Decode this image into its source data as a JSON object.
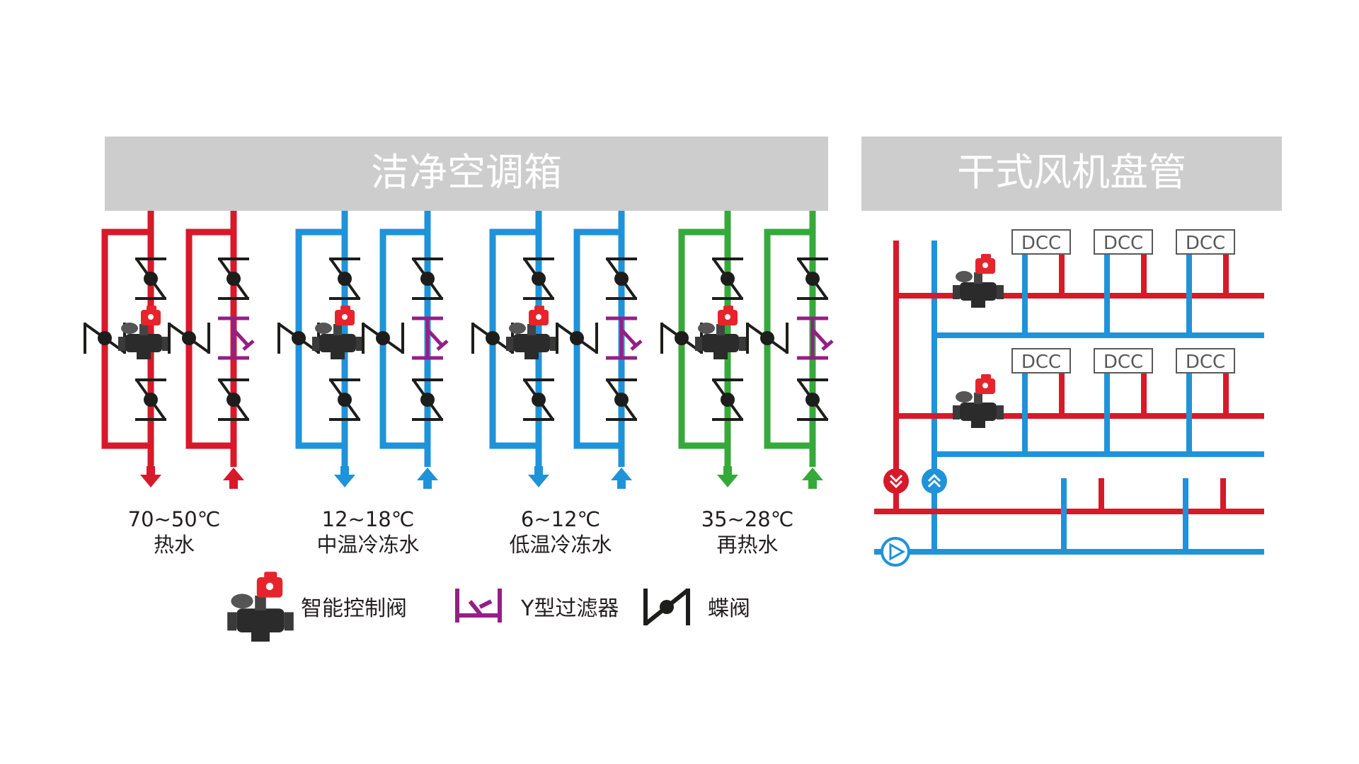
{
  "colors": {
    "hot_water": "#d7192a",
    "chilled_water": "#1f93d9",
    "reheat_water": "#35aa3b",
    "strainer": "#941f87",
    "header_bg": "#cdcdcd",
    "valve_actuator": "#e6242c",
    "valve_body": "#2b2b2b"
  },
  "panels": {
    "clean_ahu": {
      "title": "洁净空调箱"
    },
    "dry_fcu": {
      "title": "干式风机盘管"
    }
  },
  "water_circuits": [
    {
      "temp": "70~50℃",
      "kind": "热水",
      "color_key": "hot_water"
    },
    {
      "temp": "12~18℃",
      "kind": "中温冷冻水",
      "color_key": "chilled_water"
    },
    {
      "temp": "6~12℃",
      "kind": "低温冷冻水",
      "color_key": "chilled_water"
    },
    {
      "temp": "35~28℃",
      "kind": "再热水",
      "color_key": "reheat_water"
    }
  ],
  "dcc_label": "DCC",
  "legend": {
    "smart_valve": "智能控制阀",
    "y_strainer": "Y型过滤器",
    "butterfly_valve": "蝶阀"
  },
  "icons": [
    "smart-control-valve-icon",
    "y-strainer-icon",
    "butterfly-valve-icon",
    "pump-icon",
    "flow-down-icon",
    "flow-up-icon",
    "arrow-down-icon",
    "arrow-up-icon"
  ]
}
